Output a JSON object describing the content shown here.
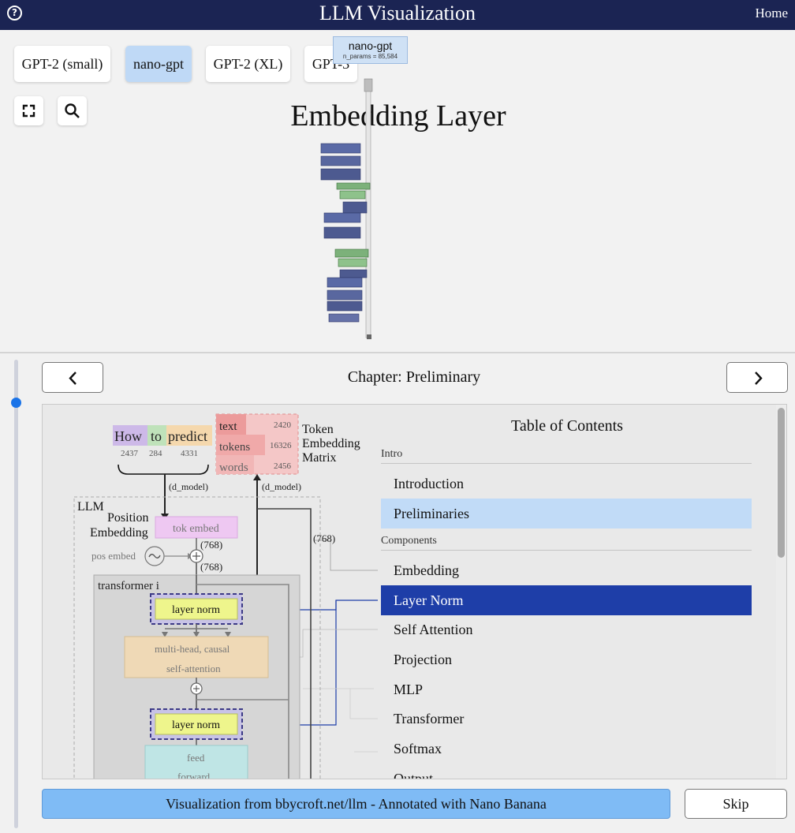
{
  "header": {
    "title": "LLM Visualization",
    "home_label": "Home",
    "help_glyph": "?"
  },
  "viewport": {
    "models": [
      "GPT-2 (small)",
      "nano-gpt",
      "GPT-2 (XL)",
      "GPT-3"
    ],
    "active_model": "nano-gpt",
    "view_title": "Embedding Layer",
    "model_tag": {
      "name": "nano-gpt",
      "count": "n_params = 85,584"
    },
    "tools": [
      "fullscreen-icon",
      "search-icon"
    ]
  },
  "chapter": {
    "title": "Chapter: Preliminary",
    "prev_glyph": "‹",
    "next_glyph": "›"
  },
  "diagram": {
    "tokens": [
      {
        "text": "How",
        "id": "2437",
        "color": "#cdb9e8"
      },
      {
        "text": "to",
        "id": "284",
        "color": "#bfe2ba"
      },
      {
        "text": "predict",
        "id": "4331",
        "color": "#f5d8ad"
      }
    ],
    "matrix_rows": [
      {
        "text": "text",
        "id": "2420"
      },
      {
        "text": "tokens",
        "id": "16326"
      },
      {
        "text": "words",
        "id": "2456"
      }
    ],
    "matrix_label": [
      "Token",
      "Embedding",
      "Matrix"
    ],
    "d_model": "(d_model)",
    "d_model_right": "(d_model)",
    "llm_label": "LLM",
    "position_label": [
      "Position",
      "Embedding"
    ],
    "tok_embed": "tok embed",
    "pos_embed": "pos embed",
    "dim_768": "(768)",
    "transformer_label": "transformer i",
    "layer_norm": "layer norm",
    "attention": [
      "multi-head, causal",
      "self-attention"
    ],
    "feed_forward": [
      "feed",
      "forward"
    ]
  },
  "toc": {
    "heading": "Table of Contents",
    "sections": [
      {
        "label": "Intro",
        "items": [
          "Introduction",
          "Preliminaries"
        ]
      },
      {
        "label": "Components",
        "items": [
          "Embedding",
          "Layer Norm",
          "Self Attention",
          "Projection",
          "MLP",
          "Transformer",
          "Softmax",
          "Output"
        ]
      }
    ],
    "current": "Preliminaries",
    "selected": "Layer Norm"
  },
  "footer": {
    "credit": "Visualization from bbycroft.net/llm - Annotated with Nano Banana",
    "skip_label": "Skip"
  },
  "colors": {
    "header_bg": "#1b2453",
    "active_model_bg": "#bfd9f6",
    "toc_selected_bg": "#1e3ea8",
    "toc_current_bg": "#c1dbf7",
    "credit_bg": "#7fbbf5"
  }
}
